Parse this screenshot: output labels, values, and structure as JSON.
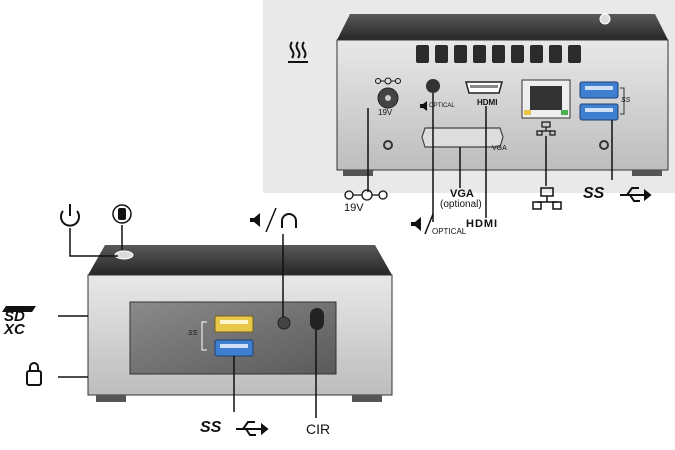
{
  "rear": {
    "dc_in_small_label": "19V",
    "optical_small_label": "OPTICAL",
    "hdmi_small_label": "HDMI",
    "vga_small_label": "VGA",
    "usb_small_label": "SS",
    "callout_dc_label": "19V",
    "callout_vga_label": "VGA",
    "callout_vga_note": "(optional)",
    "callout_optical_label": "OPTICAL",
    "callout_hdmi_label": "HDMI",
    "callout_usb_label": "SS"
  },
  "front": {
    "usb_small_label": "SS",
    "callout_usb_label": "SS",
    "callout_cir_label": "CIR",
    "sdxc_label": "SD XC"
  },
  "colors": {
    "background": "#ffffff",
    "panel_bg": "#e9e9e9",
    "case_dark": "#3a3a3a",
    "case_silver": "#c9c9c9",
    "port_panel": "#6f6f6f",
    "usb3_blue": "#3f7fd0",
    "usb2_yellow": "#e7c84a"
  },
  "icons": [
    "heat-vent-icon",
    "dc-power-icon",
    "optical-audio-icon",
    "hdmi-icon",
    "ethernet-icon",
    "usb3-icon",
    "power-button-icon",
    "hdd-led-icon",
    "headset-icon",
    "sdxc-icon",
    "kensington-lock-icon"
  ]
}
